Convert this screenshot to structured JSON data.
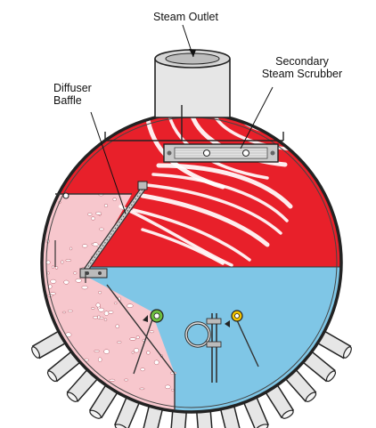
{
  "labels": {
    "steam_outlet": "Steam Outlet",
    "secondary_scrubber_line1": "Secondary",
    "secondary_scrubber_line2": "Steam Scrubber",
    "diffuser_line1": "Diffuser",
    "diffuser_line2": "Baffle"
  },
  "colors": {
    "steam": "#e8202a",
    "water": "#7fc6e6",
    "mixture": "#f7c7cd",
    "streak": "#ffffff",
    "shell_outline": "#222222",
    "pipe_fill": "#e6e6e6",
    "scrubber_metal": "#c9c9c9",
    "ring_green": "#6cbf3f",
    "ring_yellow": "#f2c400"
  }
}
